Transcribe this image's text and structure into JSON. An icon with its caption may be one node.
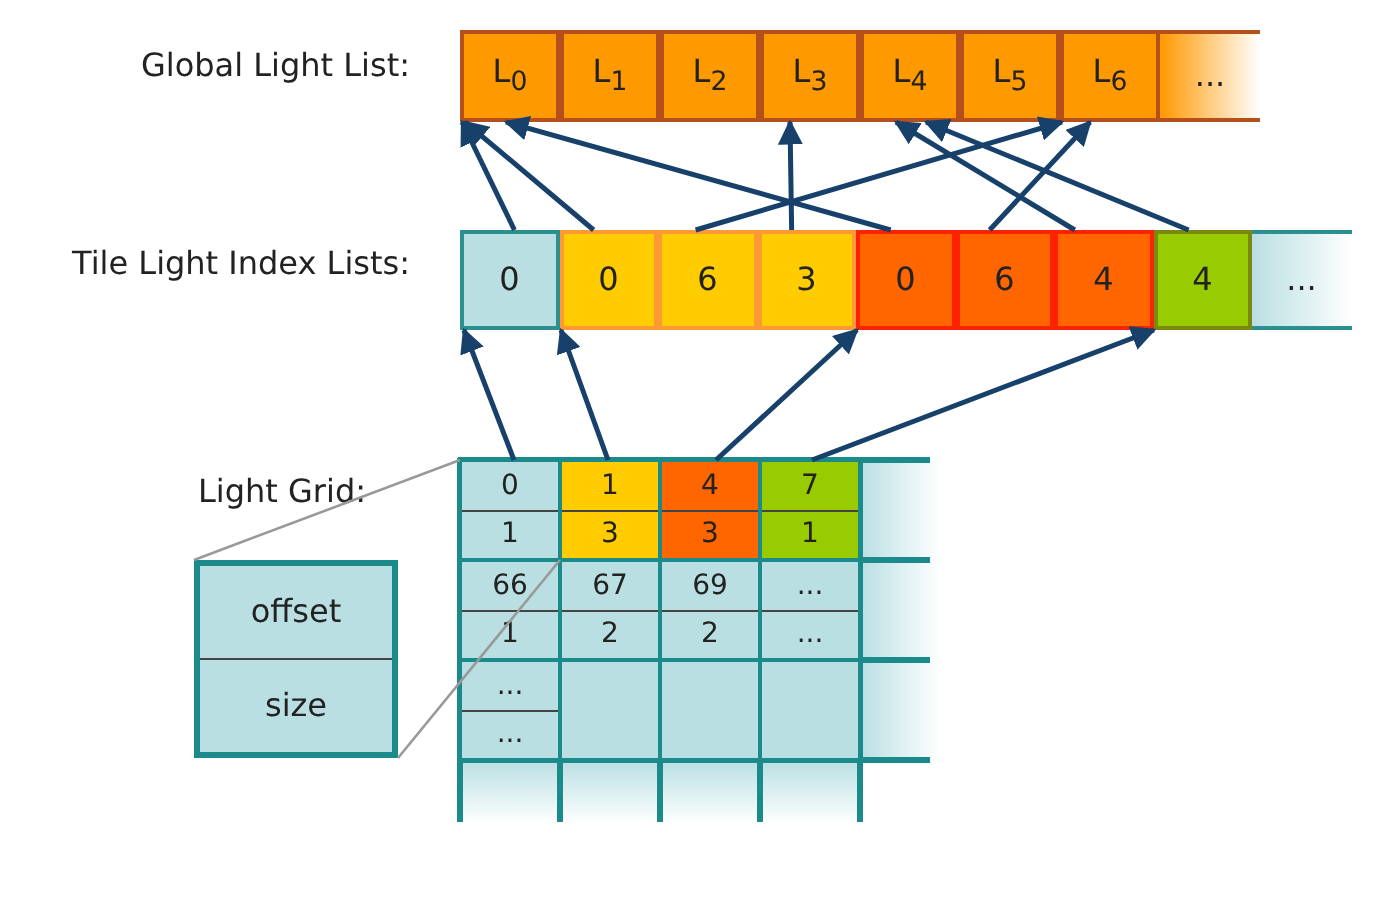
{
  "diagram": {
    "nodes": [
      {
        "text": [
          "L$_{0}$"
        ]
      },
      {
        "text": [
          "L$_{1}$"
        ]
      },
      {
        "text": [
          "L$_{2}$"
        ]
      },
      {
        "text": [
          "L$_{3}$"
        ]
      },
      {
        "text": [
          "L$_{4}$"
        ]
      },
      {
        "text": [
          "L$_{5}$"
        ]
      },
      {
        "text": [
          "L$_{6}$"
        ]
      },
      {
        "text": [
          "..."
        ]
      },
      {
        "text": [
          "0"
        ]
      },
      {
        "text": [
          "0"
        ]
      },
      {
        "text": [
          "6"
        ]
      },
      {
        "text": [
          "3"
        ]
      },
      {
        "text": [
          "0"
        ]
      },
      {
        "text": [
          "6"
        ]
      },
      {
        "text": [
          "4"
        ]
      },
      {
        "text": [
          "4"
        ]
      },
      {
        "text": [
          "..."
        ]
      },
      {
        "text": [
          "0",
          "1"
        ]
      },
      {
        "text": [
          "1",
          "3"
        ]
      },
      {
        "text": [
          "4",
          "3"
        ]
      },
      {
        "text": [
          "7",
          "1"
        ]
      },
      {
        "text": [
          "66",
          "1"
        ]
      },
      {
        "text": [
          "67",
          "2"
        ]
      },
      {
        "text": [
          "69",
          "2"
        ]
      },
      {
        "text": [
          "...",
          "..."
        ]
      },
      {
        "text": [
          "...",
          "..."
        ]
      },
      {
        "text": [],
        "shape": "box"
      },
      {
        "text": [],
        "shape": "box"
      },
      {
        "text": [],
        "shape": "box"
      },
      {
        "text": [
          "offset",
          "size"
        ]
      }
    ],
    "edges": [
      {
        "from": 8,
        "to": 0,
        "arrow": "to"
      },
      {
        "from": 9,
        "to": 0,
        "arrow": "to"
      },
      {
        "from": 10,
        "to": 6,
        "arrow": "to"
      },
      {
        "from": 11,
        "to": 3,
        "arrow": "to"
      },
      {
        "from": 12,
        "to": 0,
        "arrow": "to"
      },
      {
        "from": 13,
        "to": 6,
        "arrow": "to"
      },
      {
        "from": 14,
        "to": 4,
        "arrow": "to"
      },
      {
        "from": 15,
        "to": 4,
        "arrow": "to"
      },
      {
        "from": 17,
        "to": 8,
        "arrow": "to"
      },
      {
        "from": 18,
        "to": 9,
        "arrow": "to"
      },
      {
        "from": 19,
        "to": 12,
        "arrow": "to"
      },
      {
        "from": 20,
        "to": 15,
        "arrow": "to"
      },
      {
        "from": 29,
        "to": 17,
        "arrow": "none",
        "color": "#999999"
      },
      {
        "from": 29,
        "to": 17,
        "arrow": "none",
        "color": "#999999"
      }
    ],
    "labels": [
      "Global Light List:",
      "Tile Light Index Lists:",
      "Light Grid:"
    ]
  }
}
